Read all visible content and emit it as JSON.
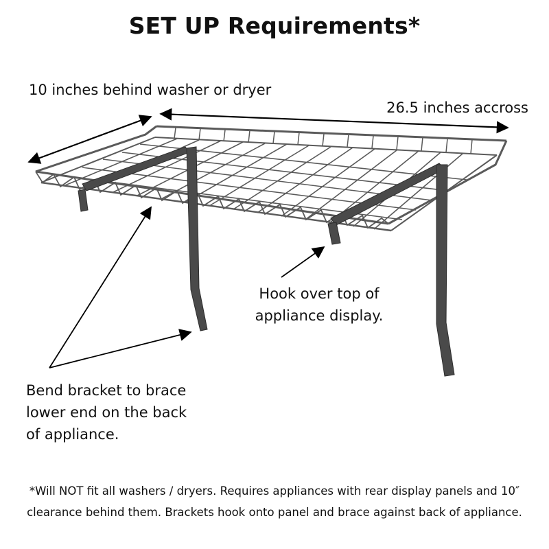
{
  "title": "SET UP Requirements*",
  "labels": {
    "depth": "10 inches behind washer or dryer",
    "width": "26.5 inches accross",
    "hook_line1": "Hook over top of",
    "hook_line2": "appliance display.",
    "bend_line1": "Bend bracket to brace",
    "bend_line2": "lower end on the back",
    "bend_line3": "of appliance."
  },
  "footnote": {
    "line1": "*Will NOT fit all washers / dryers. Requires appliances with rear display panels and 10″",
    "line2": "clearance behind them. Brackets hook onto panel and brace against back of appliance."
  },
  "colors": {
    "wire": "#5a5a5a",
    "bracket": "#4a4a4a",
    "arrow": "#000000",
    "text": "#111111"
  },
  "icons": [
    "double-arrow-icon",
    "pointer-arrow-icon",
    "wire-shelf-illustration"
  ]
}
